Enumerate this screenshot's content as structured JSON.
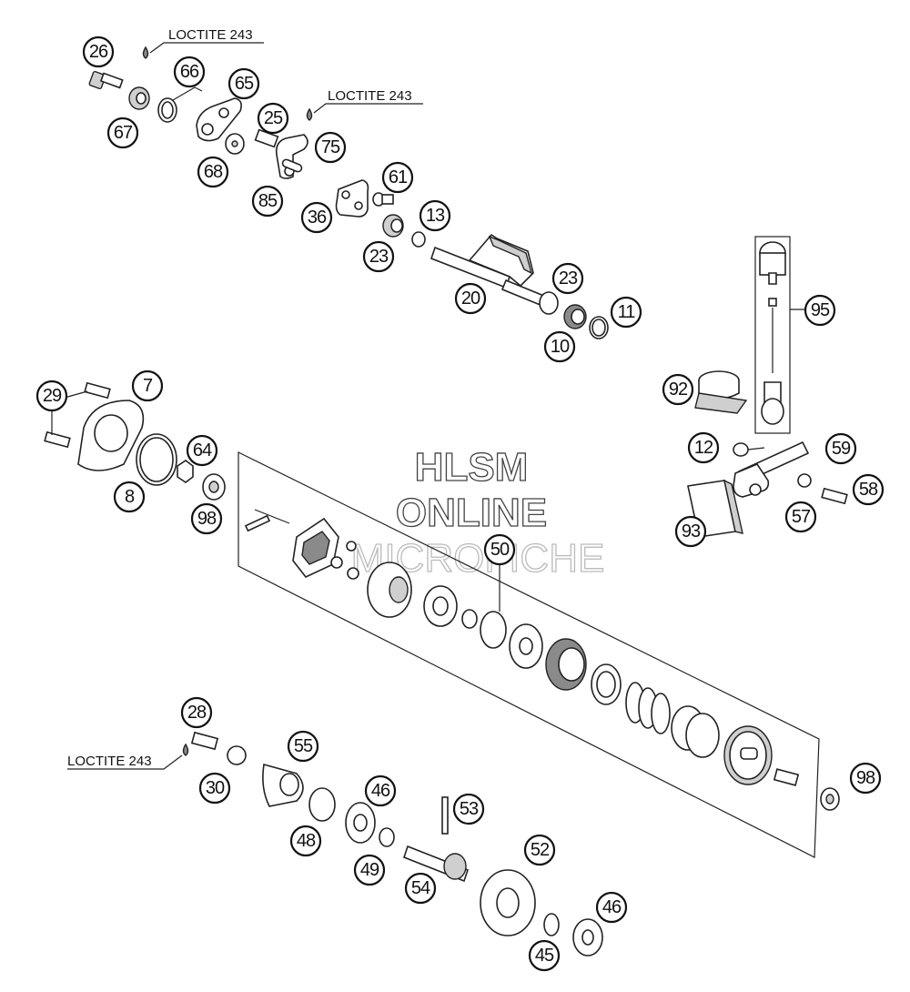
{
  "watermark": {
    "line1": "HLSM",
    "line2": "ONLINE",
    "line3": "MICROFICHE"
  },
  "loctite": [
    "LOCTITE 243",
    "LOCTITE 243",
    "LOCTITE 243"
  ],
  "callouts": [
    "26",
    "66",
    "65",
    "67",
    "25",
    "75",
    "68",
    "85",
    "61",
    "36",
    "13",
    "23",
    "23",
    "20",
    "11",
    "10",
    "95",
    "92",
    "7",
    "29",
    "64",
    "8",
    "98",
    "12",
    "59",
    "58",
    "57",
    "93",
    "50",
    "28",
    "55",
    "30",
    "46",
    "53",
    "48",
    "49",
    "52",
    "54",
    "46",
    "45",
    "98"
  ]
}
